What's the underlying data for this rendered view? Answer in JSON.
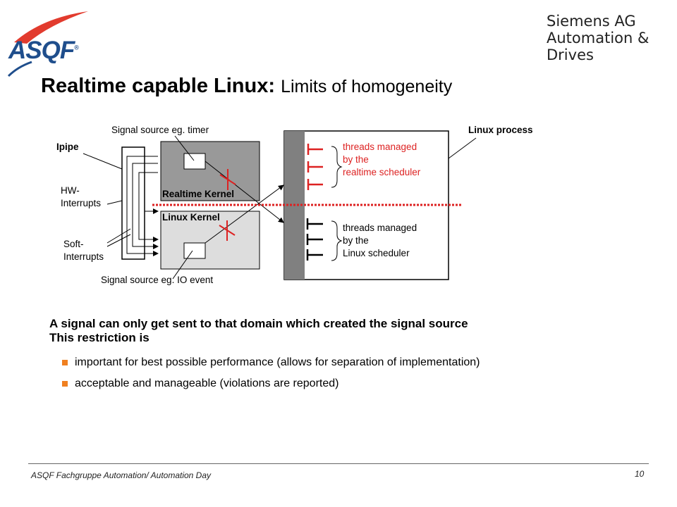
{
  "header": {
    "logo": "ASQF",
    "logo_mark": "®",
    "company_line1": "Siemens AG",
    "company_line2": "Automation & Drives"
  },
  "title": {
    "main": "Realtime capable Linux:",
    "sub": "Limits of homogeneity"
  },
  "diagram": {
    "label_timer": "Signal source eg. timer",
    "label_io": "Signal source eg. IO event",
    "label_ipipe": "Ipipe",
    "label_hw_1": "HW-",
    "label_hw_2": "Interrupts",
    "label_soft_1": "Soft-",
    "label_soft_2": "Interrupts",
    "label_rt_kernel": "Realtime Kernel",
    "label_linux_kernel": "Linux Kernel",
    "label_linux_process": "Linux process",
    "rt_threads_1": "threads managed",
    "rt_threads_2": "by the",
    "rt_threads_3": "realtime scheduler",
    "lx_threads_1": "threads managed",
    "lx_threads_2": "by the",
    "lx_threads_3": "Linux scheduler",
    "colors": {
      "rt_kernel_fill": "#999999",
      "linux_kernel_fill": "#dddddd",
      "process_bar": "#808080",
      "accent_red": "#dd2222",
      "bullet": "#f08020"
    }
  },
  "statement": {
    "line1": "A signal  can only get sent to that domain which created the signal source",
    "line2": "This restriction is"
  },
  "bullets": [
    "important for best possible performance (allows for separation of implementation)",
    "acceptable and manageable (violations are reported)"
  ],
  "footer": {
    "text": "ASQF Fachgruppe Automation/ Automation Day",
    "page": "10"
  }
}
